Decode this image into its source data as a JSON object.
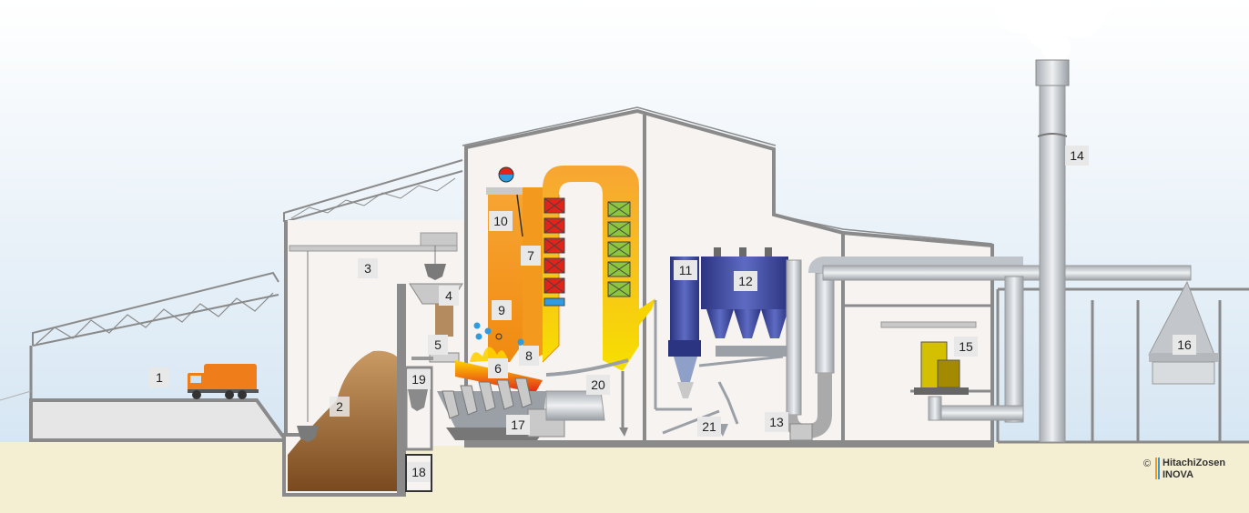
{
  "labels": [
    "1",
    "2",
    "3",
    "4",
    "5",
    "6",
    "7",
    "8",
    "9",
    "10",
    "11",
    "12",
    "13",
    "14",
    "15",
    "16",
    "17",
    "18",
    "19",
    "20",
    "21"
  ],
  "copyright": {
    "symbol": "©",
    "line1": "HitachiZosen",
    "line2": "INOVA"
  },
  "colors": {
    "sky_top": "#ffffff",
    "sky_bottom": "#d6e6f3",
    "ground": "#f4eed2",
    "wall": "#8a8a8a",
    "interior": "#f6f3f1",
    "boiler_orange": "#f39a1e",
    "boiler_yellow": "#f5d400",
    "heat_red": "#e2231a",
    "heat_green": "#8cc63f",
    "filter_blue": "#3f4a9e",
    "waste_brown": "#a5703c",
    "truck_orange": "#ef7d1a",
    "pipe_grey": "#c8cdd3"
  }
}
